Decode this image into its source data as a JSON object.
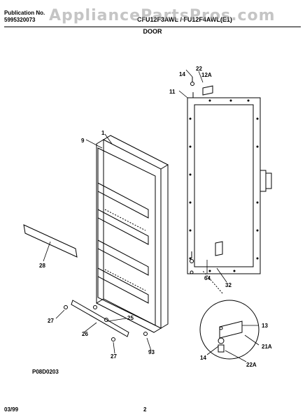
{
  "header": {
    "publication_label": "Publication No.",
    "publication_number": "5995320073",
    "model": "CFU12F3AWL / FU12F4AWL(E1)",
    "section": "DOOR"
  },
  "watermark": "AppliancePartsPros.com",
  "callouts": [
    "22",
    "14",
    "12A",
    "11",
    "1",
    "9",
    "28",
    "64",
    "32",
    "27",
    "25",
    "26",
    "27",
    "93",
    "13",
    "21A",
    "14",
    "22A"
  ],
  "footer": {
    "drawing_code": "P08D0203",
    "date": "03/99",
    "page": "2"
  }
}
